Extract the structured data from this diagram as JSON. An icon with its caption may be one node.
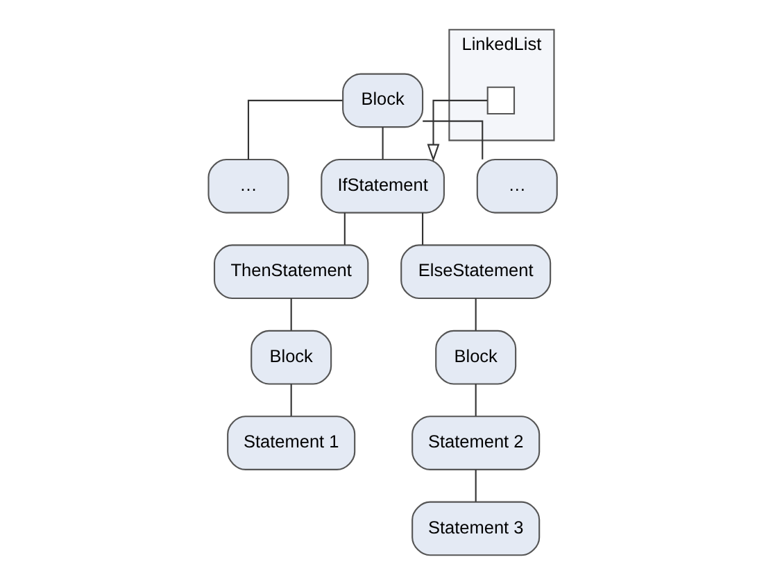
{
  "diagram": {
    "nodes": [
      {
        "text": [
          "Block"
        ]
      },
      {
        "text": [
          "…"
        ]
      },
      {
        "text": [
          "IfStatement"
        ]
      },
      {
        "text": [
          "…"
        ]
      },
      {
        "text": [
          "ThenStatement"
        ]
      },
      {
        "text": [
          "ElseStatement"
        ]
      },
      {
        "text": [
          "Block"
        ]
      },
      {
        "text": [
          "Statement 1"
        ]
      },
      {
        "text": [
          "Block"
        ]
      },
      {
        "text": [
          "Statement 2"
        ]
      },
      {
        "text": [
          "Statement 3"
        ]
      },
      {
        "text": [
          "LinkedList"
        ]
      },
      {
        "text": [],
        "shape": "box",
        "in": 11
      }
    ],
    "edges": [
      {
        "from": 0,
        "to": 1,
        "arrow": "none"
      },
      {
        "from": 0,
        "to": 2,
        "arrow": "none"
      },
      {
        "from": 0,
        "to": 3,
        "arrow": "none"
      },
      {
        "from": 2,
        "to": 4,
        "arrow": "none"
      },
      {
        "from": 2,
        "to": 5,
        "arrow": "none"
      },
      {
        "from": 4,
        "to": 6,
        "arrow": "none"
      },
      {
        "from": 6,
        "to": 7,
        "arrow": "none"
      },
      {
        "from": 5,
        "to": 8,
        "arrow": "none"
      },
      {
        "from": 8,
        "to": 9,
        "arrow": "none"
      },
      {
        "from": 9,
        "to": 10,
        "arrow": "none"
      },
      {
        "from": 12,
        "to": 2,
        "arrow": "to"
      }
    ]
  }
}
